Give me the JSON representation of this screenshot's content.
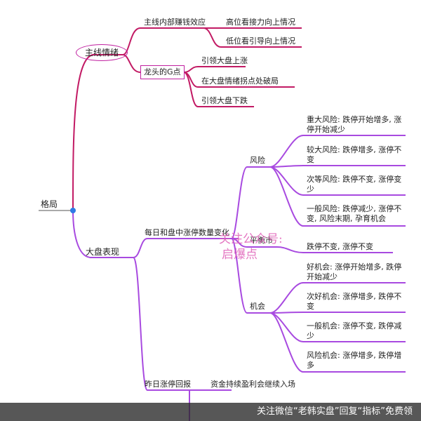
{
  "colors": {
    "top_branch": "#c21a64",
    "bottom_branch": "#a84ae0",
    "root_line": "#aaaaaa",
    "highlight": "#c020a0"
  },
  "root": "格局",
  "branch1": {
    "label": "主线情绪",
    "sub1": {
      "label": "主线内部赚钱效应",
      "items": [
        "高位看接力向上情况",
        "低位看引导向上情况"
      ]
    },
    "sub2": {
      "label": "龙头的G点",
      "items": [
        "引领大盘上涨",
        "在大盘情绪拐点处破局",
        "引领大盘下跌"
      ]
    }
  },
  "branch2": {
    "label": "大盘表现",
    "sub1": {
      "label": "每日和盘中涨停数量变化",
      "risk": {
        "label": "风险",
        "items": [
          "重大风险: 跌停开始增多, 涨停开始减少",
          "较大风险: 跌停增多, 涨停不变",
          "次等风险: 跌停不变, 涨停变少",
          "一般风险: 跌停减少, 涨停不变, 风险末期, 孕育机会"
        ]
      },
      "balance": {
        "label": "平衡市",
        "items": [
          "跌停不变, 涨停不变"
        ]
      },
      "chance": {
        "label": "机会",
        "items": [
          "好机会: 涨停开始增多, 跌停开始减少",
          "次好机会: 涨停增多, 跌停不变",
          "一般机会: 涨停不变, 跌停减少",
          "风险机会: 涨停增多, 跌停增多"
        ]
      }
    },
    "sub2": {
      "label": "昨日涨停回报",
      "items": [
        "资金持续盈利会继续入场"
      ]
    }
  },
  "watermark": {
    "line1": "关注公众号:",
    "line2": "启爆点"
  },
  "footer": "关注微信“老韩实盘”回复“指标”免费领"
}
